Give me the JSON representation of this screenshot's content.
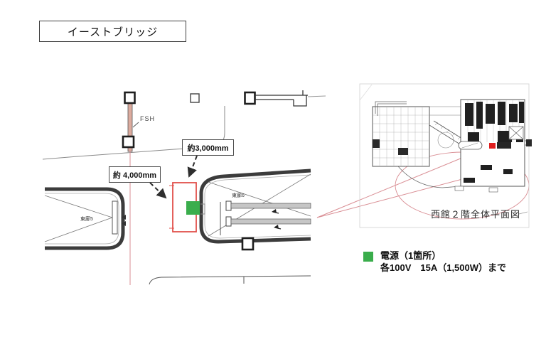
{
  "title": "イーストブリッジ",
  "plan": {
    "fsh": "FSH",
    "dim_height": "約3,000mm",
    "dim_width": "約 4,000mm",
    "walkway_left": "東廊5",
    "walkway_right": "東廊6"
  },
  "overview": {
    "caption": "西館２階全体平面図"
  },
  "legend": {
    "line1": "電源（1箇所）",
    "line2": "各100V　15A（1,500W）まで"
  },
  "colors": {
    "red_outline": "#e2504b",
    "green": "#3aad4c",
    "pink": "#d98d93",
    "marker_red": "#e01e1e"
  }
}
